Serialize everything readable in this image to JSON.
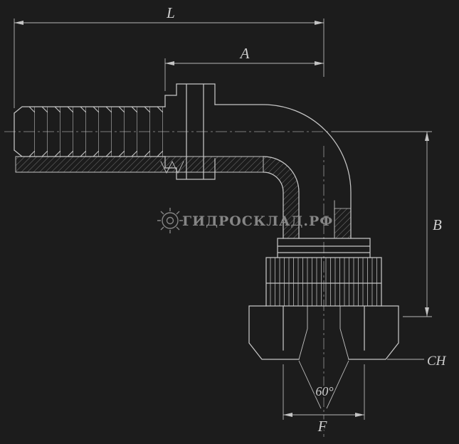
{
  "canvas": {
    "background_color": "#1c1c1c",
    "line_color": "#c5c5c5",
    "centerline_color": "#9b9b9b",
    "hatch_color": "#8d8d8d",
    "dimension_text_color": "#cdcdcd",
    "watermark_color": "#8e8e8e"
  },
  "drawing": {
    "type": "90-degree elbow hose fitting, section view",
    "labels": {
      "overall_length": "L",
      "tail_length": "A",
      "drop_height": "B",
      "hex_size": "CH",
      "thread_size": "F",
      "cone_angle": "60°"
    }
  },
  "watermark": {
    "text": "ГИДРОСКЛАД.РФ",
    "icon": "watermark-logo-icon"
  }
}
